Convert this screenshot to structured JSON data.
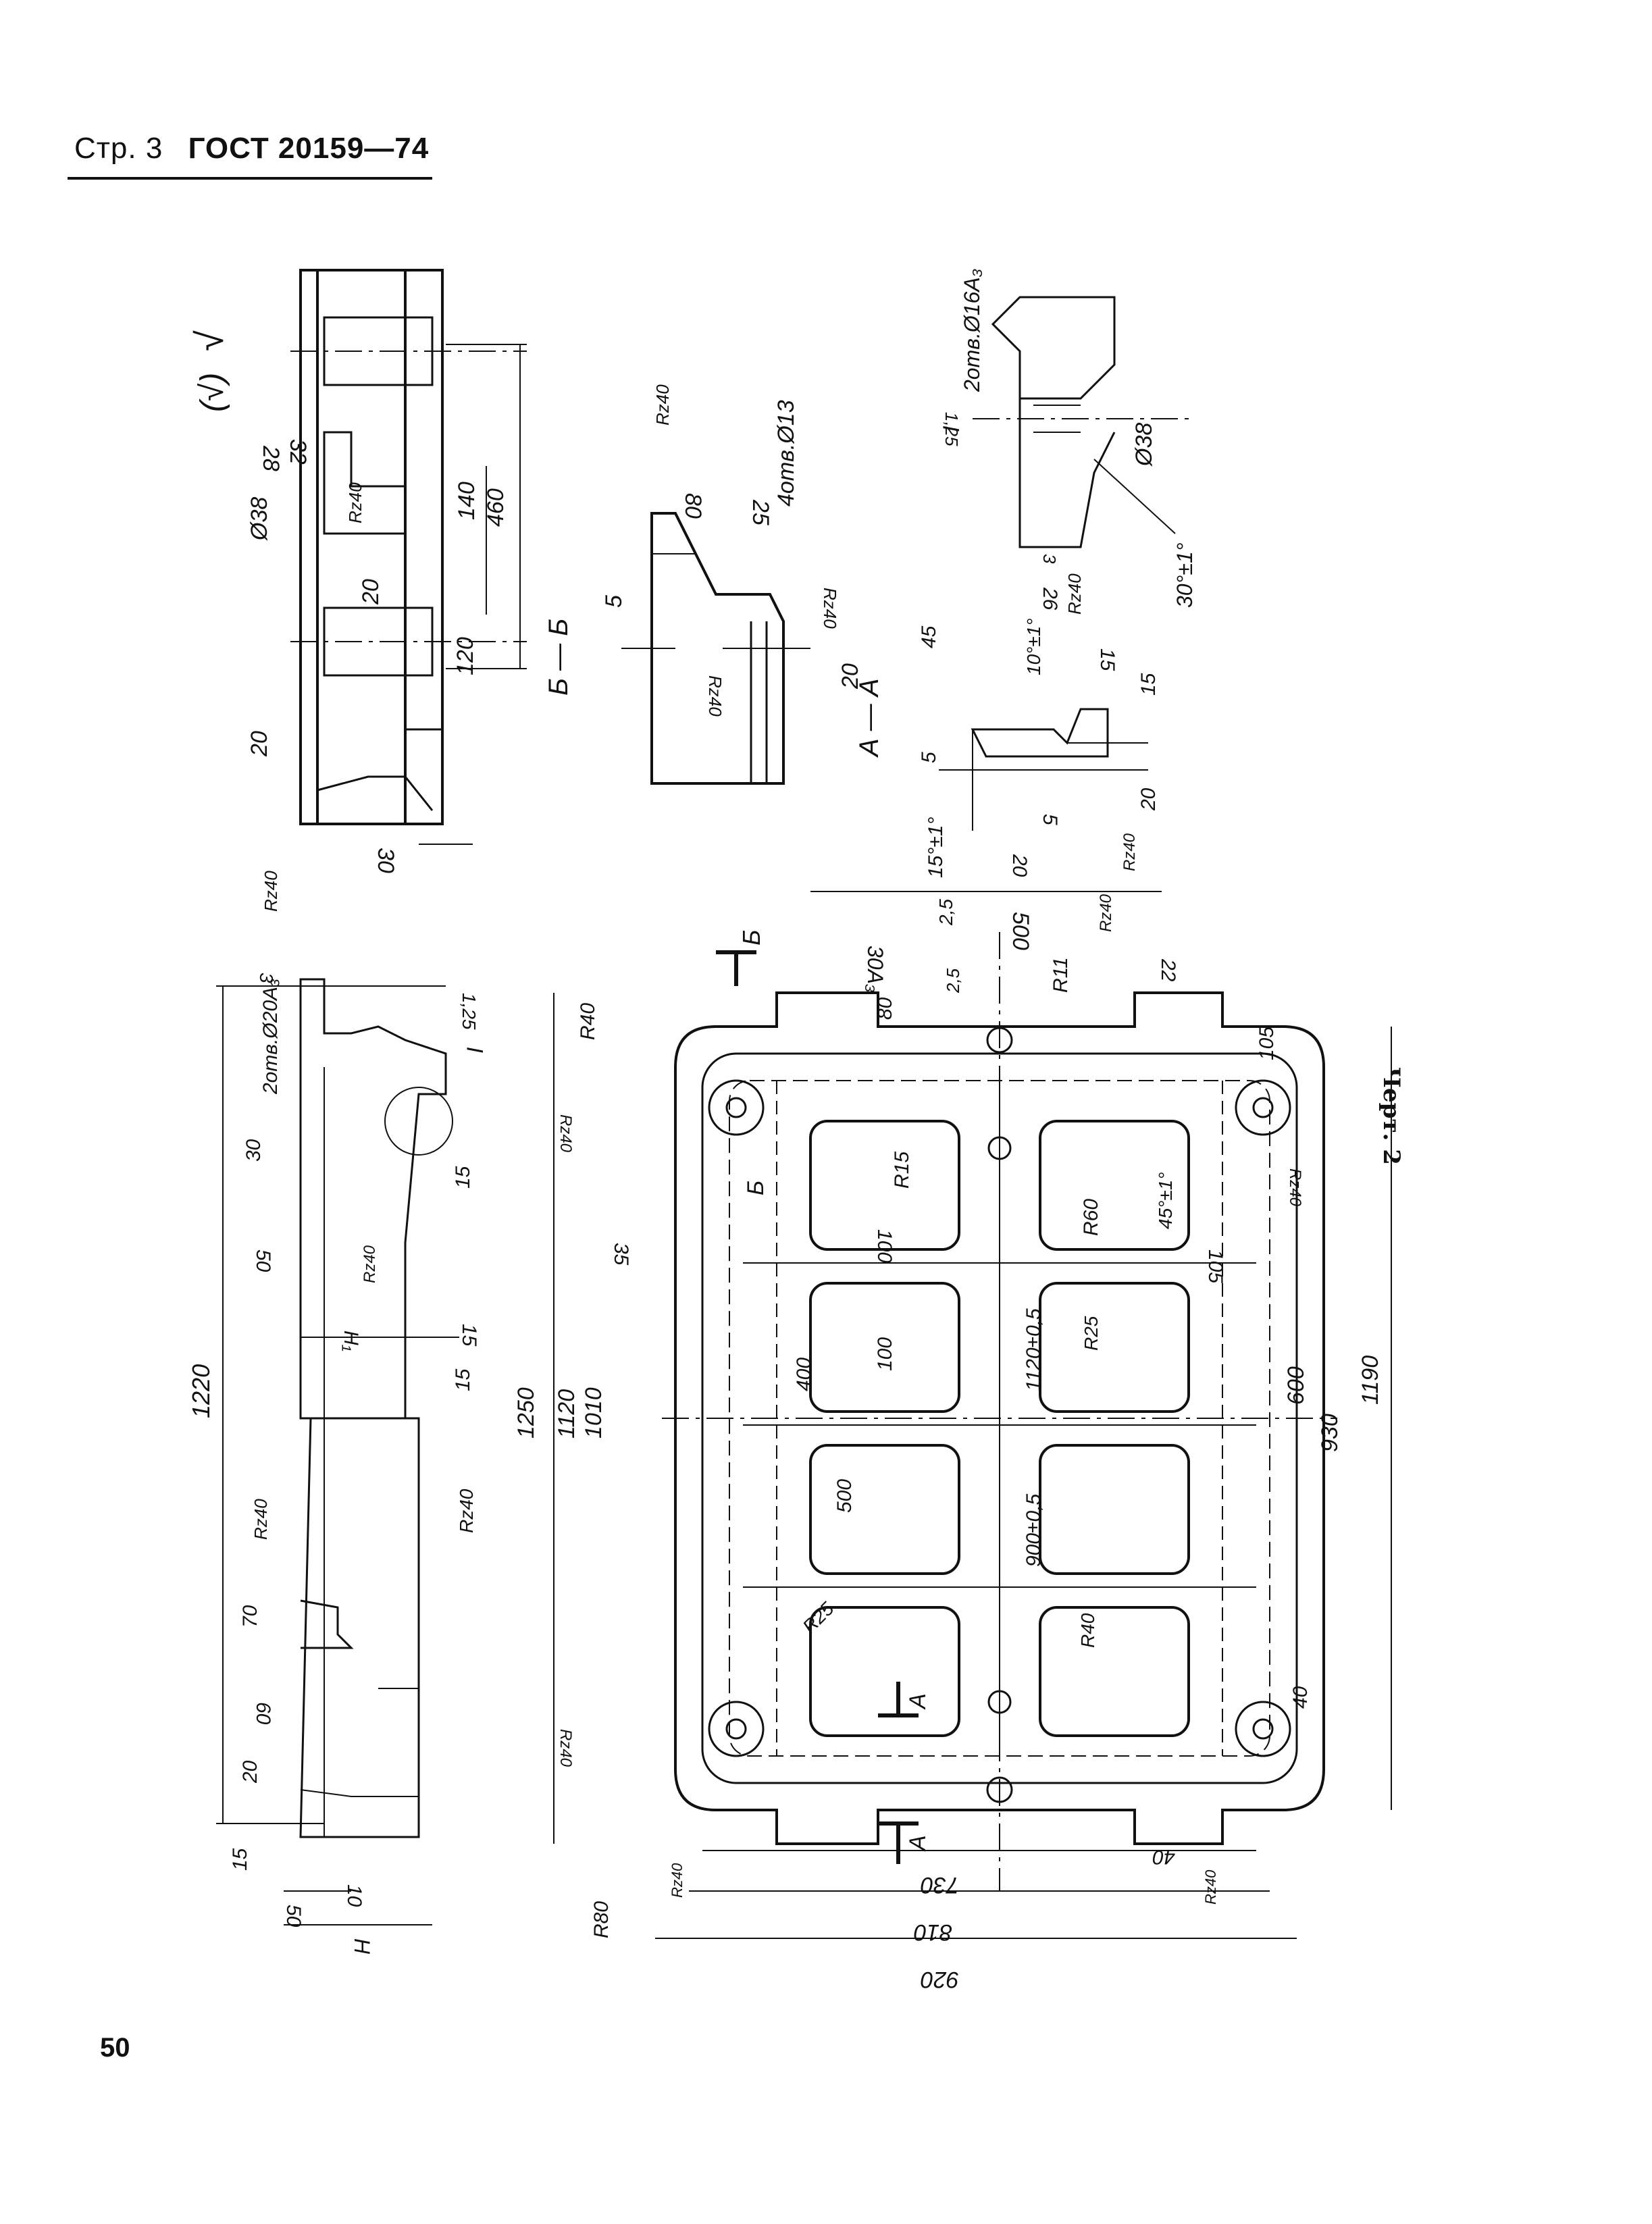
{
  "header": {
    "page": "Стр. 3",
    "standard": "ГОСТ 20159—74"
  },
  "page_number": "50",
  "caption": "Черт. 2",
  "roughness_symbols": {
    "general": "√",
    "other": "(√)"
  },
  "sections": {
    "bb": "Б — Б",
    "aa": "А — А",
    "detail": "I",
    "cut_b": "Б",
    "cut_a": "А"
  },
  "views": {
    "top_side": {
      "d1": "32",
      "d2": "28",
      "d3": "Ø38",
      "d4": "140",
      "d5": "460",
      "d6": "20",
      "d7": "120",
      "d8": "20",
      "d9": "30",
      "rz": "Rz40"
    },
    "bb": {
      "d1": "Rz40",
      "d2": "80",
      "d3": "25",
      "d4": "4отв.Ø13",
      "d5": "5",
      "d6": "Rz40",
      "d7": "Rz40",
      "d8": "20"
    },
    "detail_i": {
      "d1": "2отв.Ø16А₃",
      "d2": "1,25",
      "d3": "Ø38",
      "d4": "26",
      "d5": "Rz40",
      "d6": "30°±1°",
      "d7": "3"
    },
    "aa": {
      "d1": "45",
      "d2": "10°±1°",
      "d3": "15",
      "d4": "15",
      "d5": "5",
      "d6": "15°±1°",
      "d7": "20",
      "d8": "5",
      "d9": "20"
    },
    "left_side": {
      "d1": "Rz40",
      "d2": "3",
      "d3": "1,25",
      "d4": "2отв.Ø20А₃",
      "d5": "I",
      "d6": "30",
      "d7": "15",
      "d8": "50",
      "d9": "Rz40",
      "d10": "H₁",
      "d11": "15",
      "d12": "15",
      "d13": "1220",
      "d14": "Rz40",
      "d15": "Rz40",
      "d16": "70",
      "d17": "60",
      "d18": "20",
      "d19": "15",
      "d20": "10",
      "d21": "50",
      "d22": "H"
    },
    "plan": {
      "d1": "500",
      "d2": "Rz40",
      "d3": "2,5",
      "d4": "Rz40",
      "d5": "30А₃",
      "d6": "2,5",
      "d7": "R11",
      "d8": "22",
      "d9": "80",
      "d10": "R40",
      "d11": "Rz40",
      "d12": "R15",
      "d13": "100",
      "d14": "105",
      "d15": "R60",
      "d16": "45°±1°",
      "d17": "Rz40",
      "d18": "105",
      "d19": "35",
      "d20": "400",
      "d21": "100",
      "d22": "1120±0,5",
      "d23": "R25",
      "d24": "1250",
      "d25": "1120",
      "d26": "1010",
      "d27": "600",
      "d28": "930",
      "d29": "1190",
      "d30": "500",
      "d31": "900±0,5",
      "d32": "R25",
      "d33": "R40",
      "d34": "40",
      "d35": "Rz40",
      "d36": "R80",
      "d37": "730",
      "d38": "40",
      "d39": "Rz40",
      "d40": "810",
      "d41": "920",
      "d42": "Rz40"
    }
  }
}
